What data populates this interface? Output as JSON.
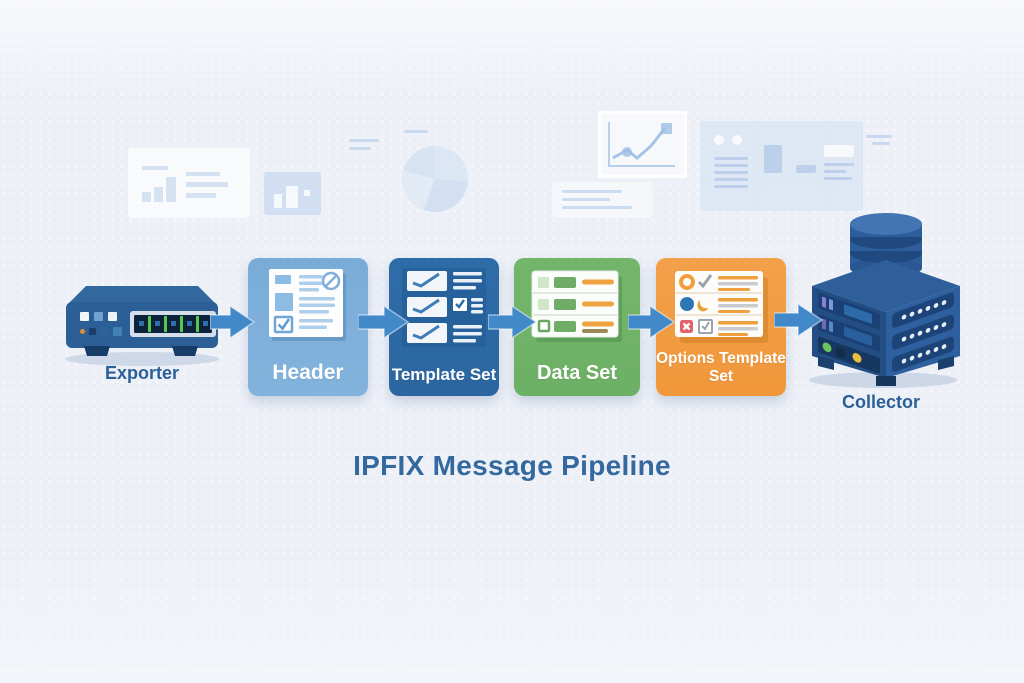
{
  "title": "IPFIX Message Pipeline",
  "pipeline": {
    "exporter": {
      "label": "Exporter",
      "icon": "router-device-icon"
    },
    "collector": {
      "label": "Collector",
      "icon": "server-database-icon"
    },
    "stages": [
      {
        "id": "header",
        "label": "Header",
        "icon": "document-icon",
        "color": "#79ACD8"
      },
      {
        "id": "template-set",
        "label": "Template Set",
        "icon": "checklist-icon",
        "color": "#2E6CA9"
      },
      {
        "id": "data-set",
        "label": "Data Set",
        "icon": "data-records-icon",
        "color": "#6CB065"
      },
      {
        "id": "options-template-set",
        "label": "Options Template Set",
        "icon": "options-list-icon",
        "color": "#F0973A"
      }
    ],
    "flow_arrow_count": 5
  },
  "colors": {
    "background": "#EDF0F7",
    "title_text": "#33699F",
    "node_label_text": "#2B5F97",
    "stage_label_text": "#FFFFFF",
    "header_box": "#79ACD8",
    "template_set_box": "#2E6CA9",
    "data_set_box": "#6CB065",
    "options_template_set_box": "#F0973A",
    "arrow": "#4189C8"
  }
}
